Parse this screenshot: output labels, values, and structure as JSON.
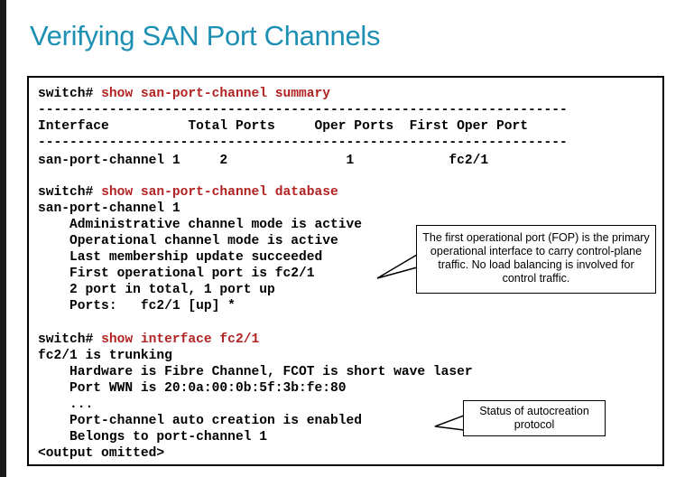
{
  "slide": {
    "title": "Verifying SAN Port Channels"
  },
  "terminal": {
    "cmd1": {
      "prompt": "switch# ",
      "command": "show san-port-channel summary"
    },
    "sep1": "-------------------------------------------------------------------",
    "header": "Interface          Total Ports     Oper Ports  First Oper Port",
    "sep2": "-------------------------------------------------------------------",
    "row": "san-port-channel 1     2               1            fc2/1",
    "cmd2": {
      "prompt": "switch# ",
      "command": "show san-port-channel database"
    },
    "db_lines": [
      "san-port-channel 1",
      "    Administrative channel mode is active",
      "    Operational channel mode is active",
      "    Last membership update succeeded",
      "    First operational port is fc2/1",
      "    2 port in total, 1 port up",
      "    Ports:   fc2/1 [up] *"
    ],
    "cmd3": {
      "prompt": "switch# ",
      "command": "show interface fc2/1"
    },
    "if_lines": [
      "fc2/1 is trunking",
      "    Hardware is Fibre Channel, FCOT is short wave laser",
      "    Port WWN is 20:0a:00:0b:5f:3b:fe:80",
      "    ...",
      "    Port-channel auto creation is enabled",
      "    Belongs to port-channel 1",
      "<output omitted>"
    ]
  },
  "callouts": {
    "fop": "The first operational port (FOP) is the primary operational interface to carry control-plane traffic. No load balancing is involved for control traffic.",
    "autocreation": "Status of autocreation protocol"
  }
}
